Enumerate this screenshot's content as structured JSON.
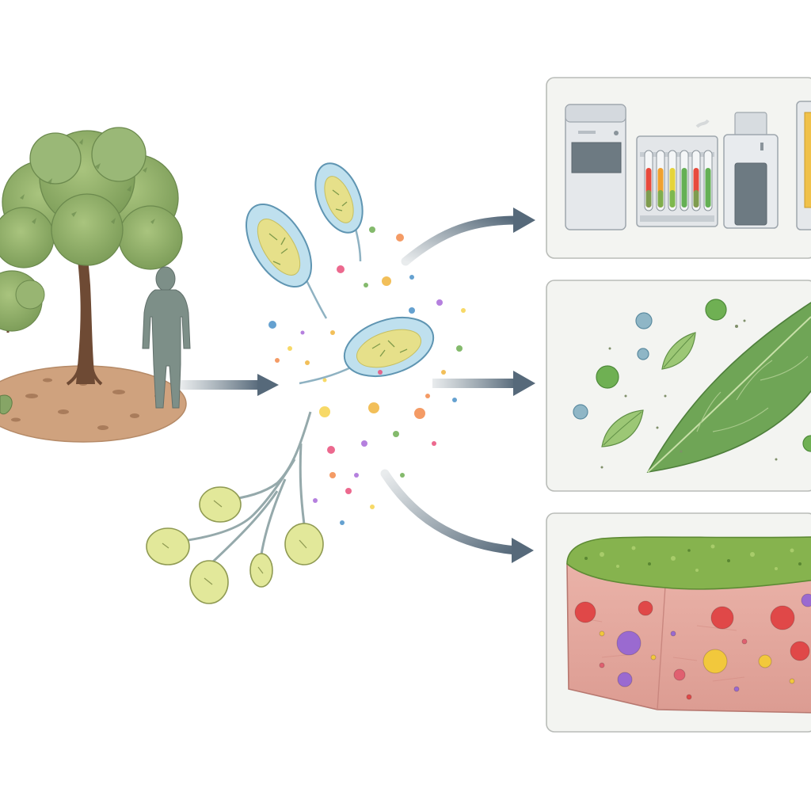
{
  "diagram": {
    "source": {
      "elements": [
        "tree",
        "bush",
        "person",
        "soil-ground",
        "foreground-plant"
      ]
    },
    "microbes": {
      "rod_bacteria_count": 3,
      "filamentous_fungus_spores": 5,
      "particle_colors": [
        "#f0b43c",
        "#f28a4a",
        "#e94f7a",
        "#a86ad8",
        "#6fae52",
        "#4a90c8",
        "#f6d24c"
      ]
    },
    "arrows": [
      {
        "from": "source",
        "to": "microbes"
      },
      {
        "from": "microbes",
        "to": "lab-equipment-panel"
      },
      {
        "from": "microbes",
        "to": "plant-panel"
      },
      {
        "from": "microbes",
        "to": "soil-panel"
      }
    ],
    "panels": [
      {
        "id": "lab-equipment-panel",
        "contents": [
          "freezer-unit",
          "test-tube-rack",
          "incubator-unit",
          "tall-cabinet"
        ],
        "tube_colors": [
          "#e84a3c",
          "#f0a12e",
          "#e5d43a",
          "#64b054",
          "#e84a3c",
          "#64b054"
        ]
      },
      {
        "id": "plant-panel",
        "contents": [
          "large-leaf",
          "small-leaf",
          "small-leaf",
          "green-spheres",
          "blue-spheres"
        ]
      },
      {
        "id": "soil-panel",
        "contents": [
          "soil-block",
          "green-topsoil",
          "colored-nodules"
        ],
        "nodule_colors": [
          "#e04848",
          "#9a6ad0",
          "#f2c83c",
          "#e06070"
        ]
      }
    ],
    "colors": {
      "arrow": "#6b7d88",
      "foliage": "#8fae6a",
      "trunk": "#6e4a34",
      "soil": "#c9a07c",
      "person": "#7d8f88",
      "bacteria_fill": "#bfe0ee",
      "bacteria_core": "#e6e08a",
      "leaf": "#6fa556",
      "soil_block": "#e6a8a0",
      "topsoil": "#86b34e"
    }
  }
}
